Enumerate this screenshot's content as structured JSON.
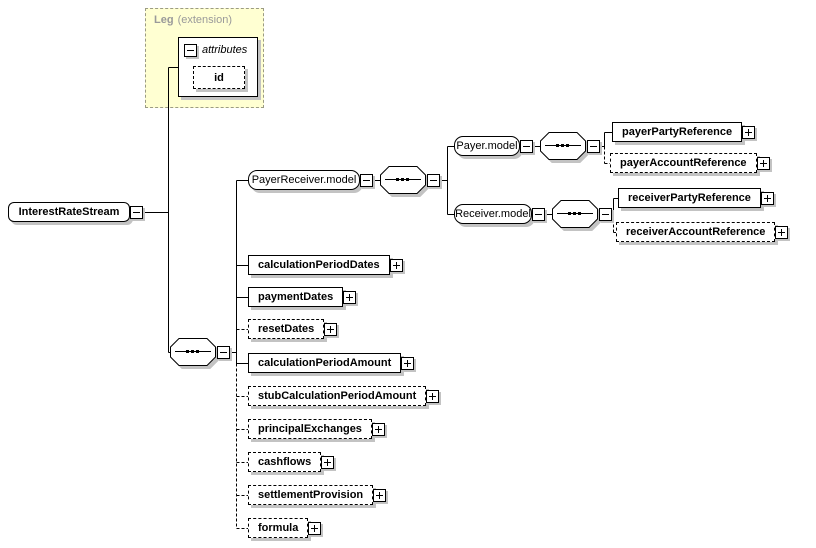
{
  "extension_box": {
    "name": "Leg",
    "kind": "(extension)",
    "attributes_label": "attributes",
    "id_attribute": "id"
  },
  "root_element": {
    "label": "InterestRateStream"
  },
  "groups": {
    "payer_receiver": "PayerReceiver.model",
    "payer": "Payer.model",
    "receiver": "Receiver.model"
  },
  "payer_children": [
    {
      "label": "payerPartyReference",
      "optional": false
    },
    {
      "label": "payerAccountReference",
      "optional": true
    }
  ],
  "receiver_children": [
    {
      "label": "receiverPartyReference",
      "optional": false
    },
    {
      "label": "receiverAccountReference",
      "optional": true
    }
  ],
  "stream_children": [
    {
      "label": "calculationPeriodDates",
      "optional": false
    },
    {
      "label": "paymentDates",
      "optional": false
    },
    {
      "label": "resetDates",
      "optional": true
    },
    {
      "label": "calculationPeriodAmount",
      "optional": false
    },
    {
      "label": "stubCalculationPeriodAmount",
      "optional": true
    },
    {
      "label": "principalExchanges",
      "optional": true
    },
    {
      "label": "cashflows",
      "optional": true
    },
    {
      "label": "settlementProvision",
      "optional": true
    },
    {
      "label": "formula",
      "optional": true
    }
  ],
  "colors": {
    "extension_background": "#ffffd2",
    "box_shadow": "#c3c3c3",
    "line": "#000000",
    "muted_text": "#9a9a9a"
  }
}
